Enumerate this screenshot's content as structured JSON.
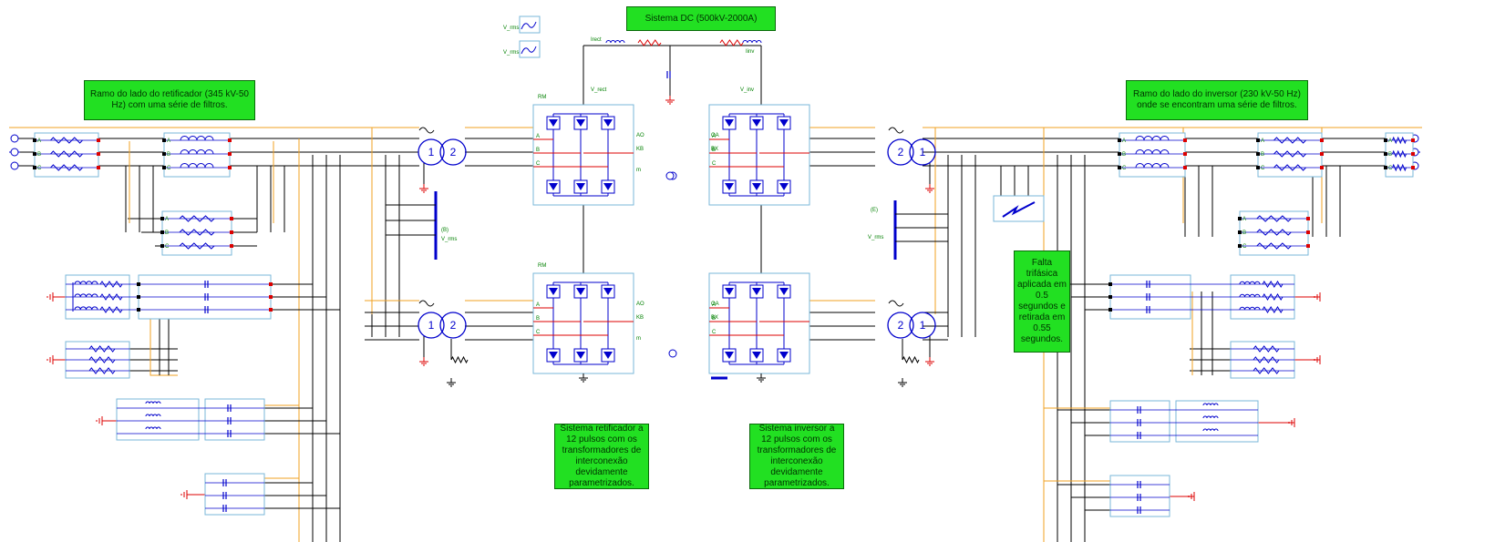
{
  "notes": {
    "dc_system": "Sistema DC (500kV-2000A)",
    "rectifier_branch": "Ramo do lado do retificador (345 kV-50 Hz) com uma série de filtros.",
    "inverter_branch": "Ramo do lado do inversor (230 kV-50 Hz) onde se encontram uma série de filtros.",
    "fault": "Falta trifásica aplicada em 0.5 segundos e retirada em 0.55 segundos.",
    "rectifier_system": "Sistema retificador a 12 pulsos com os transformadores de interconexão devidamente parametrizados.",
    "inverter_system": "Sistema inversor a 12 pulsos com os transformadores de interconexão devidamente parametrizados."
  },
  "transformer_labels": {
    "rect_top": [
      "1",
      "2"
    ],
    "rect_bottom": [
      "1",
      "2"
    ],
    "inv_top": [
      "2",
      "1"
    ],
    "inv_bottom": [
      "2",
      "1"
    ]
  },
  "phase_labels": [
    "A",
    "B",
    "C"
  ],
  "small_labels": {
    "v_rms": "V_rms",
    "v_inv": "V_inv",
    "v_rect": "V_rect",
    "irect": "Irect",
    "iinv": "Iinv",
    "rm": "RM",
    "ao": "AO",
    "kb": "KB",
    "oa": "OA",
    "bx": "BX",
    "m": "m",
    "sb": "(B)",
    "se": "(E)"
  },
  "colors": {
    "bus": "#000000",
    "orange": "#f0a020",
    "blue": "#0000cc",
    "red": "#dd0000",
    "box": "#79b7d9",
    "green": "#22e022"
  }
}
